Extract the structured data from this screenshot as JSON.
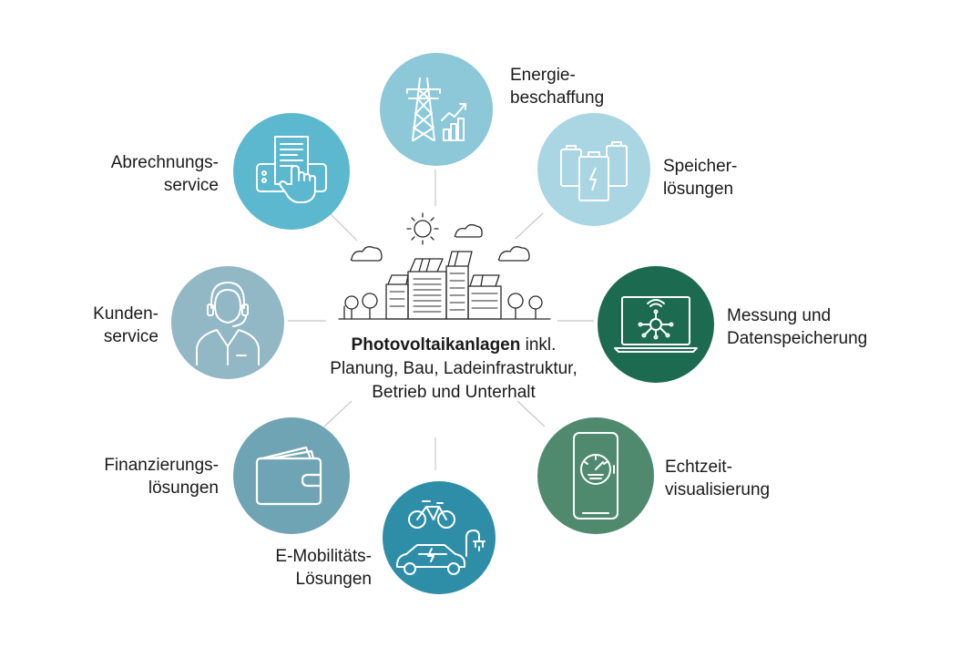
{
  "center": {
    "title_bold": "Photovoltaikanlagen",
    "title_rest": " inkl.",
    "line2": "Planung, Bau, Ladeinfrastruktur,",
    "line3": "Betrieb und Unterhalt"
  },
  "nodes": [
    {
      "id": "energie",
      "line1": "Energie-",
      "line2": "beschaffung",
      "color": "#8cc8d8",
      "icon": "power-tower-icon"
    },
    {
      "id": "speicher",
      "line1": "Speicher-",
      "line2": "lösungen",
      "color": "#a9d6e2",
      "icon": "battery-icon"
    },
    {
      "id": "messung",
      "line1": "Messung und",
      "line2": "Datenspeicherung",
      "color": "#1c6a4f",
      "icon": "laptop-meter-icon"
    },
    {
      "id": "echtzeit",
      "line1": "Echtzeit-",
      "line2": "visualisierung",
      "color": "#4f8a6e",
      "icon": "smartphone-gauge-icon"
    },
    {
      "id": "emob",
      "line1": "E-Mobilitäts-",
      "line2": "Lösungen",
      "color": "#2e8ea8",
      "icon": "ev-car-bike-icon"
    },
    {
      "id": "finanz",
      "line1": "Finanzierungs-",
      "line2": "lösungen",
      "color": "#6fa4b4",
      "icon": "wallet-icon"
    },
    {
      "id": "kunden",
      "line1": "Kunden-",
      "line2": "service",
      "color": "#92b8c6",
      "icon": "headset-agent-icon"
    },
    {
      "id": "abrechnung",
      "line1": "Abrechnungs-",
      "line2": "service",
      "color": "#5cb8cf",
      "icon": "invoice-hand-icon"
    }
  ]
}
